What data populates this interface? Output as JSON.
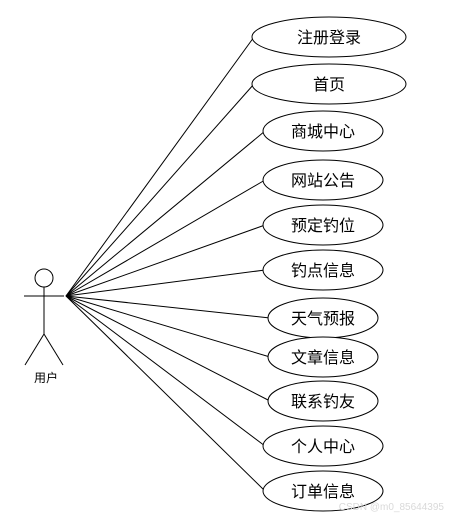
{
  "actor": {
    "label": "用户",
    "icon": "stick-figure-actor"
  },
  "use_cases": [
    "注册登录",
    "首页",
    "商城中心",
    "网站公告",
    "预定钓位",
    "钓点信息",
    "天气预报",
    "文章信息",
    "联系钓友",
    "个人中心",
    "订单信息"
  ],
  "watermark": "CSDN @m0_85644395",
  "colors": {
    "stroke": "#000000",
    "background": "#ffffff",
    "watermark": "#d9d9d9"
  }
}
